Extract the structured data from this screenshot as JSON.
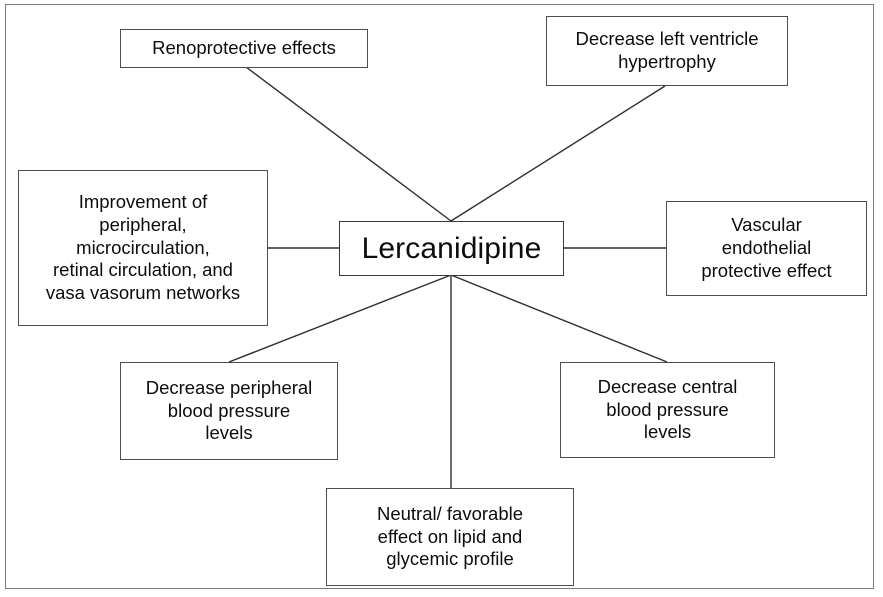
{
  "diagram": {
    "title": "Lercanidipine effects concept map",
    "type": "radial-concept-map",
    "frame": {
      "border_color": "#7a7a7a",
      "background": "#ffffff"
    },
    "style": {
      "node_border_color": "#4d4d4d",
      "node_fill": "#ffffff",
      "text_color": "#0d0d0d",
      "edge_color": "#2e2e2e"
    },
    "center": {
      "id": "lercanidipine",
      "label": "Lercanidipine"
    },
    "nodes": [
      {
        "id": "renoprotective",
        "label": "Renoprotective effects"
      },
      {
        "id": "lvh",
        "label": "Decrease left ventricle\nhypertrophy"
      },
      {
        "id": "improvement",
        "label": "Improvement of\nperipheral,\nmicrocirculation,\nretinal circulation, and\nvasa vasorum networks"
      },
      {
        "id": "vascular",
        "label": "Vascular\nendothelial\nprotective effect"
      },
      {
        "id": "peripheral-bp",
        "label": "Decrease peripheral\nblood pressure\nlevels"
      },
      {
        "id": "central-bp",
        "label": "Decrease central\nblood pressure\nlevels"
      },
      {
        "id": "lipid-glycemic",
        "label": "Neutral/ favorable\neffect on lipid and\nglycemic profile"
      }
    ],
    "edges": [
      {
        "from": "renoprotective",
        "to": "lercanidipine"
      },
      {
        "from": "lvh",
        "to": "lercanidipine"
      },
      {
        "from": "improvement",
        "to": "lercanidipine"
      },
      {
        "from": "vascular",
        "to": "lercanidipine"
      },
      {
        "from": "peripheral-bp",
        "to": "lercanidipine"
      },
      {
        "from": "central-bp",
        "to": "lercanidipine"
      },
      {
        "from": "lipid-glycemic",
        "to": "lercanidipine"
      }
    ]
  }
}
